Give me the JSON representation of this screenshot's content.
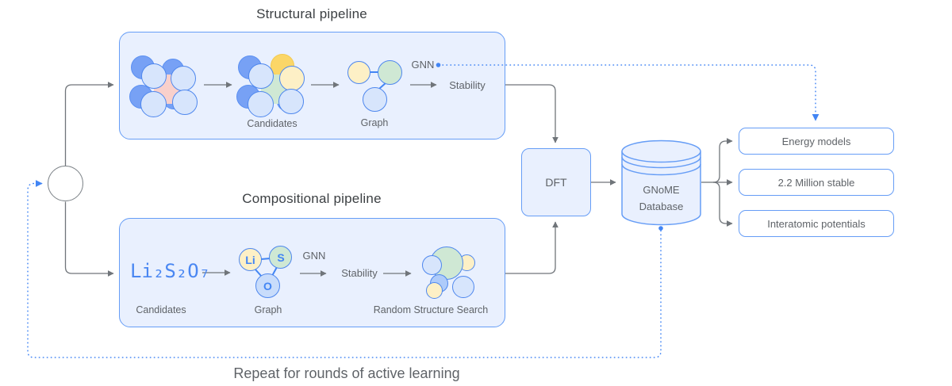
{
  "titles": {
    "structural": "Structural pipeline",
    "compositional": "Compositional pipeline",
    "caption": "Repeat for rounds of active learning"
  },
  "structural": {
    "candidates_label": "Candidates",
    "graph_label": "Graph",
    "gnn_label": "GNN",
    "stability_label": "Stability"
  },
  "compositional": {
    "formula": "Li₂S₂O₇",
    "candidates_label": "Candidates",
    "graph_label": "Graph",
    "gnn_label": "GNN",
    "stability_label": "Stability",
    "rss_label": "Random Structure Search",
    "graph_nodes": {
      "li": "Li",
      "s": "S",
      "o": "O"
    }
  },
  "middle": {
    "dft_label": "DFT",
    "database_line1": "GNoME",
    "database_line2": "Database"
  },
  "outputs": [
    "Energy models",
    "2.2 Million stable",
    "Interatomic potentials"
  ],
  "colors": {
    "panel_fill": "#e9f0fe",
    "panel_border": "#669df6",
    "accent_blue": "#4285f4",
    "line_gray": "#70757a",
    "text_gray": "#5f6368",
    "atom_pale_blue": "#d7e5fc",
    "atom_dark_blue": "#77a1f5",
    "atom_yellow": "#fdf0c6",
    "atom_green": "#cfe8d4",
    "center_pink": "#f9d0cb"
  }
}
